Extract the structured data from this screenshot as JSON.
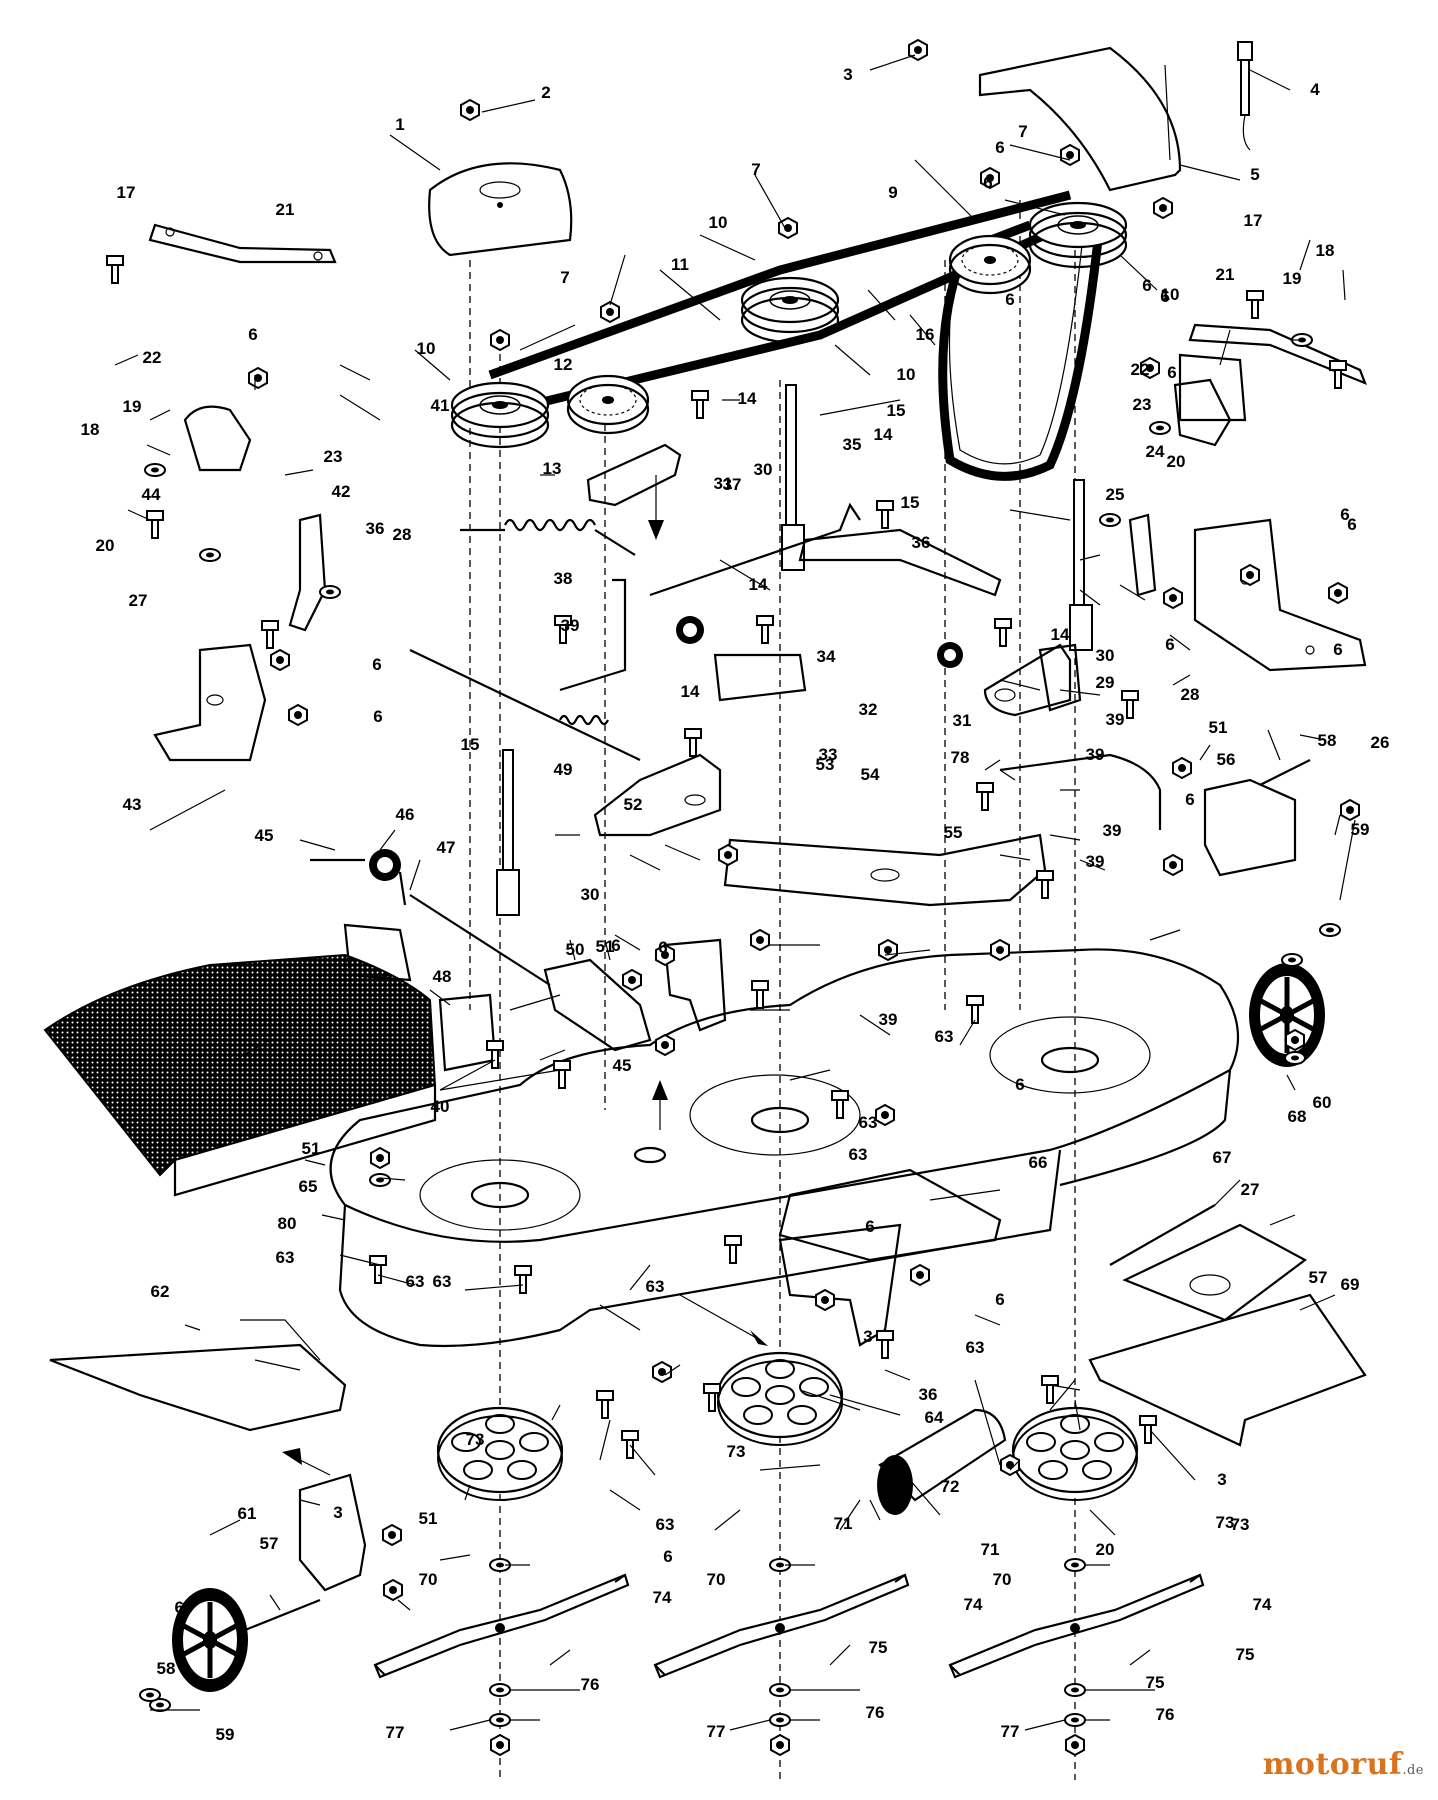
{
  "callouts": [
    {
      "n": "1"
    },
    {
      "n": "2"
    },
    {
      "n": "3"
    },
    {
      "n": "3"
    },
    {
      "n": "3"
    },
    {
      "n": "3"
    },
    {
      "n": "4"
    },
    {
      "n": "5"
    },
    {
      "n": "6"
    },
    {
      "n": "6"
    },
    {
      "n": "6"
    },
    {
      "n": "6"
    },
    {
      "n": "6"
    },
    {
      "n": "6"
    },
    {
      "n": "6"
    },
    {
      "n": "6"
    },
    {
      "n": "6"
    },
    {
      "n": "6"
    },
    {
      "n": "6"
    },
    {
      "n": "6"
    },
    {
      "n": "6"
    },
    {
      "n": "6"
    },
    {
      "n": "6"
    },
    {
      "n": "6"
    },
    {
      "n": "6"
    },
    {
      "n": "6"
    },
    {
      "n": "6"
    },
    {
      "n": "6"
    },
    {
      "n": "7"
    },
    {
      "n": "7"
    },
    {
      "n": "7"
    },
    {
      "n": "9"
    },
    {
      "n": "10"
    },
    {
      "n": "10"
    },
    {
      "n": "10"
    },
    {
      "n": "10"
    },
    {
      "n": "11"
    },
    {
      "n": "12"
    },
    {
      "n": "13"
    },
    {
      "n": "14"
    },
    {
      "n": "14"
    },
    {
      "n": "14"
    },
    {
      "n": "14"
    },
    {
      "n": "14"
    },
    {
      "n": "15"
    },
    {
      "n": "15"
    },
    {
      "n": "15"
    },
    {
      "n": "16"
    },
    {
      "n": "17"
    },
    {
      "n": "17"
    },
    {
      "n": "18"
    },
    {
      "n": "18"
    },
    {
      "n": "19"
    },
    {
      "n": "19"
    },
    {
      "n": "20"
    },
    {
      "n": "20"
    },
    {
      "n": "20"
    },
    {
      "n": "21"
    },
    {
      "n": "21"
    },
    {
      "n": "22"
    },
    {
      "n": "22"
    },
    {
      "n": "23"
    },
    {
      "n": "23"
    },
    {
      "n": "24"
    },
    {
      "n": "25"
    },
    {
      "n": "26"
    },
    {
      "n": "27"
    },
    {
      "n": "27"
    },
    {
      "n": "28"
    },
    {
      "n": "28"
    },
    {
      "n": "29"
    },
    {
      "n": "30"
    },
    {
      "n": "30"
    },
    {
      "n": "30"
    },
    {
      "n": "31"
    },
    {
      "n": "31"
    },
    {
      "n": "32"
    },
    {
      "n": "33"
    },
    {
      "n": "34"
    },
    {
      "n": "35"
    },
    {
      "n": "36"
    },
    {
      "n": "36"
    },
    {
      "n": "36"
    },
    {
      "n": "37"
    },
    {
      "n": "38"
    },
    {
      "n": "39"
    },
    {
      "n": "39"
    },
    {
      "n": "39"
    },
    {
      "n": "39"
    },
    {
      "n": "39"
    },
    {
      "n": "39"
    },
    {
      "n": "40"
    },
    {
      "n": "41"
    },
    {
      "n": "42"
    },
    {
      "n": "43"
    },
    {
      "n": "44"
    },
    {
      "n": "45"
    },
    {
      "n": "45"
    },
    {
      "n": "46"
    },
    {
      "n": "47"
    },
    {
      "n": "48"
    },
    {
      "n": "49"
    },
    {
      "n": "50"
    },
    {
      "n": "51"
    },
    {
      "n": "51"
    },
    {
      "n": "51"
    },
    {
      "n": "51"
    },
    {
      "n": "52"
    },
    {
      "n": "53"
    },
    {
      "n": "54"
    },
    {
      "n": "55"
    },
    {
      "n": "56"
    },
    {
      "n": "57"
    },
    {
      "n": "57"
    },
    {
      "n": "58"
    },
    {
      "n": "58"
    },
    {
      "n": "59"
    },
    {
      "n": "59"
    },
    {
      "n": "60"
    },
    {
      "n": "60"
    },
    {
      "n": "61"
    },
    {
      "n": "62"
    },
    {
      "n": "63"
    },
    {
      "n": "63"
    },
    {
      "n": "63"
    },
    {
      "n": "63"
    },
    {
      "n": "63"
    },
    {
      "n": "63"
    },
    {
      "n": "63"
    },
    {
      "n": "63"
    },
    {
      "n": "63"
    },
    {
      "n": "64"
    },
    {
      "n": "65"
    },
    {
      "n": "66"
    },
    {
      "n": "67"
    },
    {
      "n": "68"
    },
    {
      "n": "69"
    },
    {
      "n": "70"
    },
    {
      "n": "70"
    },
    {
      "n": "70"
    },
    {
      "n": "71"
    },
    {
      "n": "71"
    },
    {
      "n": "72"
    },
    {
      "n": "73"
    },
    {
      "n": "73"
    },
    {
      "n": "73"
    },
    {
      "n": "73"
    },
    {
      "n": "74"
    },
    {
      "n": "74"
    },
    {
      "n": "74"
    },
    {
      "n": "75"
    },
    {
      "n": "75"
    },
    {
      "n": "75"
    },
    {
      "n": "76"
    },
    {
      "n": "76"
    },
    {
      "n": "76"
    },
    {
      "n": "77"
    },
    {
      "n": "77"
    },
    {
      "n": "77"
    },
    {
      "n": "78"
    },
    {
      "n": "80"
    }
  ],
  "watermark": {
    "name": "motoruf",
    "tld": ".de",
    "color": "#d9731f"
  }
}
